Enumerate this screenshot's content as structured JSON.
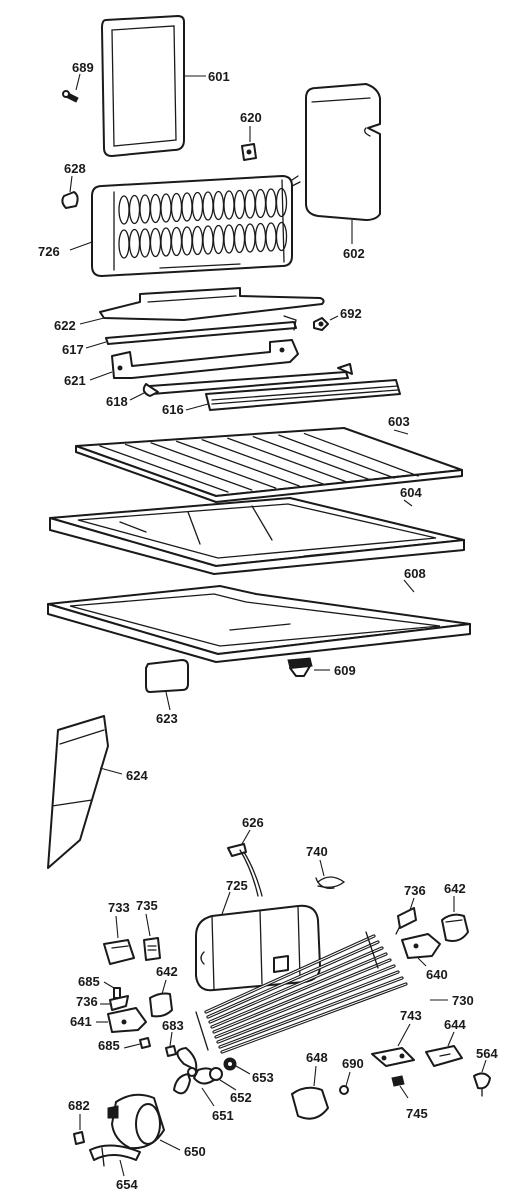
{
  "callouts": {
    "c601": "601",
    "c602": "602",
    "c603": "603",
    "c604": "604",
    "c608": "608",
    "c609": "609",
    "c616": "616",
    "c617": "617",
    "c618": "618",
    "c620": "620",
    "c621": "621",
    "c622": "622",
    "c623": "623",
    "c624": "624",
    "c626": "626",
    "c628": "628",
    "c640": "640",
    "c641": "641",
    "c642a": "642",
    "c642b": "642",
    "c644": "644",
    "c648": "648",
    "c650": "650",
    "c651": "651",
    "c652": "652",
    "c653": "653",
    "c654": "654",
    "c682": "682",
    "c683": "683",
    "c685a": "685",
    "c685b": "685",
    "c689": "689",
    "c690": "690",
    "c692": "692",
    "c725": "725",
    "c726": "726",
    "c730": "730",
    "c733": "733",
    "c735": "735",
    "c736a": "736",
    "c736b": "736",
    "c740": "740",
    "c743": "743",
    "c745": "745",
    "c564": "564"
  }
}
